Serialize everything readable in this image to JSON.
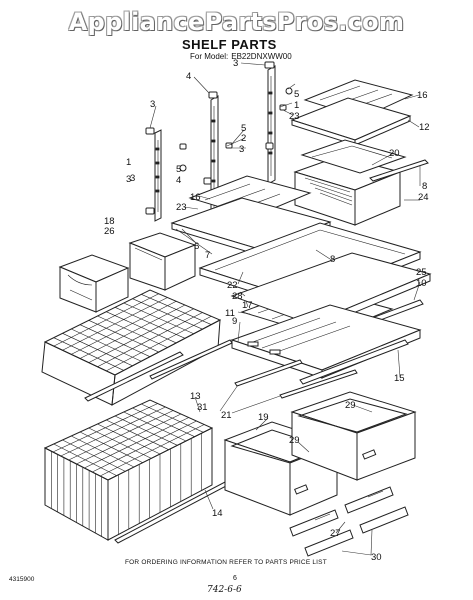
{
  "watermark": "AppliancePartsPros.com",
  "header": {
    "title": "SHELF PARTS",
    "model_prefix": "For Model:",
    "model_number": "EB22DNXWW00"
  },
  "callouts": [
    "3",
    "4",
    "5",
    "1",
    "23",
    "2",
    "3",
    "5",
    "3",
    "3",
    "1",
    "4",
    "5",
    "16",
    "12",
    "20",
    "8",
    "24",
    "23",
    "16",
    "6",
    "7",
    "3",
    "18",
    "26",
    "8",
    "22",
    "28",
    "17",
    "25",
    "10",
    "11",
    "9",
    "15",
    "13",
    "31",
    "21",
    "19",
    "29",
    "29",
    "14",
    "27",
    "30"
  ],
  "footer": {
    "doc_number": "4315900",
    "ordering_note": "FOR ORDERING INFORMATION REFER TO PARTS PRICE LIST",
    "page": "6",
    "handwritten": "742-6-6"
  },
  "colors": {
    "ink": "#222222",
    "background": "#ffffff",
    "watermark_outline": "#666666"
  }
}
